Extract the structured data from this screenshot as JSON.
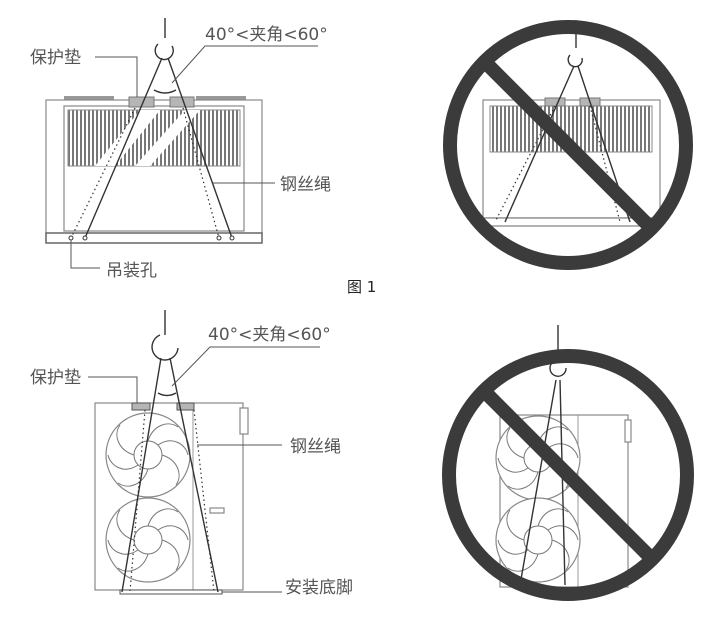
{
  "figure_caption": "图 1",
  "diagram_top": {
    "pad_label": "保护垫",
    "angle_label": "40°<夹角<60°",
    "rope_label": "钢丝绳",
    "hole_label": "吊装孔"
  },
  "diagram_bottom": {
    "pad_label": "保护垫",
    "angle_label": "40°<夹角<60°",
    "rope_label": "钢丝绳",
    "foot_label": "安装底脚"
  },
  "colors": {
    "prohibition": "#3b3b3b",
    "pad": "#b5b5b5"
  }
}
